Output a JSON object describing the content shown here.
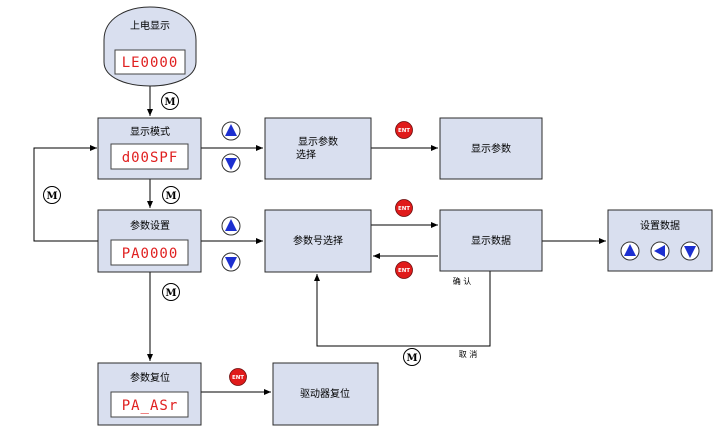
{
  "nodes": {
    "power_on": {
      "label": "上电显示",
      "display": "LE0000"
    },
    "display_mode": {
      "label": "显示模式",
      "display": "d00SPF"
    },
    "param_setting": {
      "label": "参数设置",
      "display": "PA0000"
    },
    "param_reset": {
      "label": "参数复位",
      "display": "PA_ASr"
    },
    "display_param_select": {
      "label_line1": "显示参数",
      "label_line2": "选择"
    },
    "display_param": {
      "label": "显示参数"
    },
    "param_no_select": {
      "label": "参数号选择"
    },
    "display_data": {
      "label": "显示数据"
    },
    "set_data": {
      "label": "设置数据"
    },
    "driver_reset": {
      "label": "驱动器复位"
    }
  },
  "buttons": {
    "m": "M",
    "ent": "ENT"
  },
  "edge_labels": {
    "confirm": "确 认",
    "cancel": "取 消"
  },
  "icons": [
    "up-arrow-icon",
    "down-arrow-icon",
    "left-arrow-icon",
    "m-key-icon",
    "ent-key-icon"
  ],
  "colors": {
    "box_fill": "#d9dfef",
    "segment_red": "#e02020",
    "ent_red": "#e01b1b",
    "arrow_blue": "#1c2fd0"
  }
}
